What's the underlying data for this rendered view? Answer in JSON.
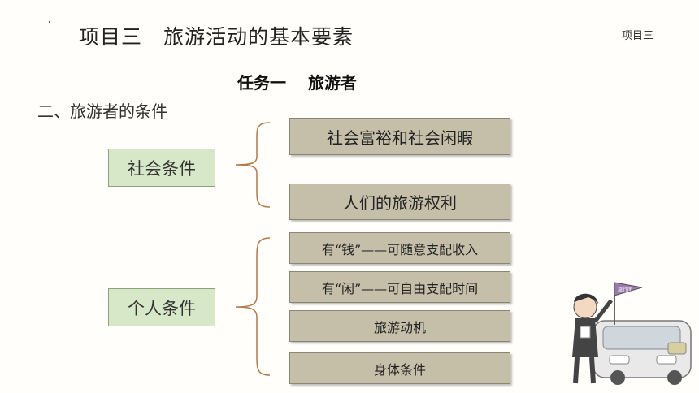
{
  "header": {
    "title": "项目三　旅游活动的基本要素",
    "corner_label": "项目三"
  },
  "task_title": "任务一　 旅游者",
  "section_heading": "二、旅游者的条件",
  "groups": [
    {
      "label": "社会条件",
      "items": [
        "社会富裕和社会闲暇",
        "人们的旅游权利"
      ]
    },
    {
      "label": "个人条件",
      "items": [
        "有“钱”——可随意支配收入",
        "有“闲”——可自由支配时间",
        "旅游动机",
        "身体条件"
      ]
    }
  ],
  "illustration": {
    "flag_text": "旅行团",
    "icon": "tour-guide-with-bus"
  },
  "colors": {
    "green_fill": "#d7e8c8",
    "tan_fill": "#c5bea8",
    "brace_color": "#b07a4a"
  }
}
